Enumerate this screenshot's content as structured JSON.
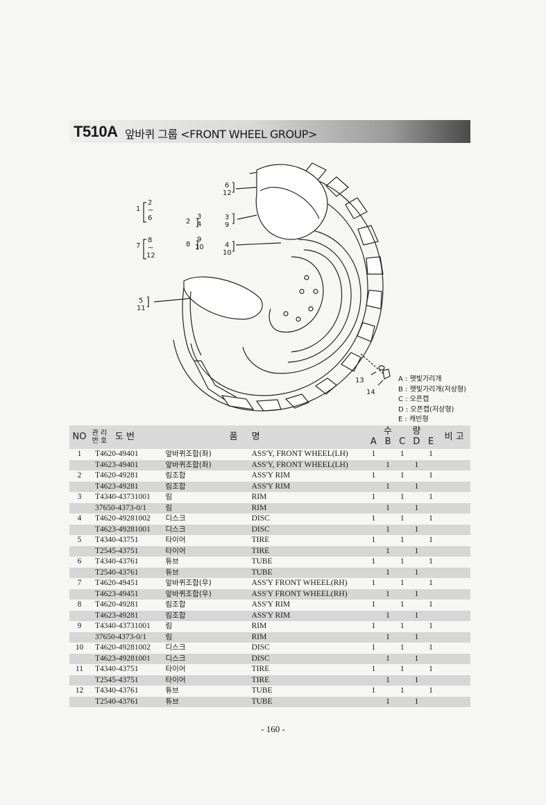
{
  "header": {
    "code": "T510A",
    "title": "앞바퀴 그룹 <FRONT WHEEL GROUP>"
  },
  "callouts": [
    {
      "id": "c1",
      "top": "2",
      "mid": "~",
      "bot": "6",
      "left": "1"
    },
    {
      "id": "c2",
      "top": "3",
      "bot": "4",
      "left": "2"
    },
    {
      "id": "c3",
      "top": "3",
      "bot": "9"
    },
    {
      "id": "c4",
      "top": "6",
      "bot": "12"
    },
    {
      "id": "c5",
      "top": "8",
      "mid": "~",
      "bot": "12",
      "left": "7"
    },
    {
      "id": "c6",
      "top": "9",
      "bot": "10",
      "left": "8"
    },
    {
      "id": "c7",
      "top": "4",
      "bot": "10"
    },
    {
      "id": "c8",
      "top": "5",
      "bot": "11"
    },
    {
      "id": "c9",
      "single": "13"
    },
    {
      "id": "c10",
      "single": "14"
    }
  ],
  "legend": [
    "A : 햇빛가리개",
    "B : 햇빛가리개(저상형)",
    "C : 오픈캡",
    "D : 오픈캡(저상형)",
    "E : 캐빈형"
  ],
  "table_header": {
    "no": "NO",
    "mgmt": "관 리\n번 호",
    "drawing": "도     번",
    "name1": "품",
    "name2": "명",
    "qty1": "수",
    "qty2": "량",
    "qty_cols": [
      "A",
      "B",
      "C",
      "D",
      "E"
    ],
    "remarks": "비 고"
  },
  "rows": [
    {
      "no": "1",
      "part": "T4620-49401",
      "kor": "앞바퀴조합(좌)",
      "eng": "ASS'Y, FRONT WHEEL(LH)",
      "q": [
        "1",
        "",
        "1",
        "",
        "1"
      ]
    },
    {
      "no": "",
      "part": "T4623-49401",
      "kor": "앞바퀴조합(좌)",
      "eng": "ASS'Y, FRONT WHEEL(LH)",
      "q": [
        "",
        "1",
        "",
        "1",
        ""
      ]
    },
    {
      "no": "2",
      "part": "T4620-49281",
      "kor": "림조합",
      "eng": "ASS'Y RIM",
      "q": [
        "1",
        "",
        "1",
        "",
        "1"
      ]
    },
    {
      "no": "",
      "part": "T4623-49281",
      "kor": "림조합",
      "eng": "ASS'Y RIM",
      "q": [
        "",
        "1",
        "",
        "1",
        ""
      ]
    },
    {
      "no": "3",
      "part": "T4340-43731001",
      "kor": "림",
      "eng": "RIM",
      "q": [
        "1",
        "",
        "1",
        "",
        "1"
      ]
    },
    {
      "no": "",
      "part": "37650-4373-0/1",
      "kor": "림",
      "eng": "RIM",
      "q": [
        "",
        "1",
        "",
        "1",
        ""
      ]
    },
    {
      "no": "4",
      "part": "T4620-49281002",
      "kor": "디스크",
      "eng": "DISC",
      "q": [
        "1",
        "",
        "1",
        "",
        "1"
      ]
    },
    {
      "no": "",
      "part": "T4623-49281001",
      "kor": "디스크",
      "eng": "DISC",
      "q": [
        "",
        "1",
        "",
        "1",
        ""
      ]
    },
    {
      "no": "5",
      "part": "T4340-43751",
      "kor": "타이어",
      "eng": "TIRE",
      "q": [
        "1",
        "",
        "1",
        "",
        "1"
      ]
    },
    {
      "no": "",
      "part": "T2545-43751",
      "kor": "타이어",
      "eng": "TIRE",
      "q": [
        "",
        "1",
        "",
        "1",
        ""
      ]
    },
    {
      "no": "6",
      "part": "T4340-43761",
      "kor": "튜브",
      "eng": "TUBE",
      "q": [
        "1",
        "",
        "1",
        "",
        "1"
      ]
    },
    {
      "no": "",
      "part": "T2540-43761",
      "kor": "튜브",
      "eng": "TUBE",
      "q": [
        "",
        "1",
        "",
        "1",
        ""
      ]
    },
    {
      "no": "7",
      "part": "T4620-49451",
      "kor": "앞바퀴조합(우)",
      "eng": "ASS'Y FRONT WHEEL(RH)",
      "q": [
        "1",
        "",
        "1",
        "",
        "1"
      ]
    },
    {
      "no": "",
      "part": "T4623-49451",
      "kor": "앞바퀴조합(우)",
      "eng": "ASS'Y FRONT WHEEL(RH)",
      "q": [
        "",
        "1",
        "",
        "1",
        ""
      ]
    },
    {
      "no": "8",
      "part": "T4620-49281",
      "kor": "림조합",
      "eng": "ASS'Y RIM",
      "q": [
        "1",
        "",
        "1",
        "",
        "1"
      ]
    },
    {
      "no": "",
      "part": "T4623-49281",
      "kor": "림조합",
      "eng": "ASS'Y RIM",
      "q": [
        "",
        "1",
        "",
        "1",
        ""
      ]
    },
    {
      "no": "9",
      "part": "T4340-43731001",
      "kor": "림",
      "eng": "RIM",
      "q": [
        "1",
        "",
        "1",
        "",
        "1"
      ]
    },
    {
      "no": "",
      "part": "37650-4373-0/1",
      "kor": "림",
      "eng": "RIM",
      "q": [
        "",
        "1",
        "",
        "1",
        ""
      ]
    },
    {
      "no": "10",
      "part": "T4620-49281002",
      "kor": "디스크",
      "eng": "DISC",
      "q": [
        "1",
        "",
        "1",
        "",
        "1"
      ]
    },
    {
      "no": "",
      "part": "T4623-49281001",
      "kor": "디스크",
      "eng": "DISC",
      "q": [
        "",
        "1",
        "",
        "1",
        ""
      ]
    },
    {
      "no": "11",
      "part": "T4340-43751",
      "kor": "타이어",
      "eng": "TIRE",
      "q": [
        "1",
        "",
        "1",
        "",
        "1"
      ]
    },
    {
      "no": "",
      "part": "T2545-43751",
      "kor": "타이어",
      "eng": "TIRE",
      "q": [
        "",
        "1",
        "",
        "1",
        ""
      ]
    },
    {
      "no": "12",
      "part": "T4340-43761",
      "kor": "튜브",
      "eng": "TUBE",
      "q": [
        "1",
        "",
        "1",
        "",
        "1"
      ]
    },
    {
      "no": "",
      "part": "T2540-43761",
      "kor": "튜브",
      "eng": "TUBE",
      "q": [
        "",
        "1",
        "",
        "1",
        ""
      ]
    }
  ],
  "page_number": "- 160 -"
}
